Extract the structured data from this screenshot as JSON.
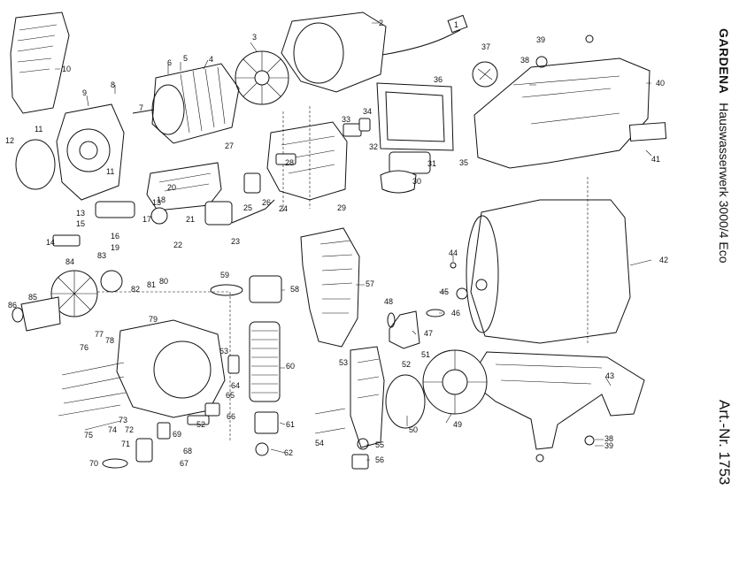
{
  "brand": "GARDENA",
  "model": "Hauswasserwerk 3000/4 Eco",
  "article": "Art.-Nr. 1753",
  "callouts": [
    "1",
    "2",
    "3",
    "4",
    "5",
    "6",
    "7",
    "8",
    "9",
    "10",
    "11",
    "11",
    "12",
    "13",
    "13",
    "14",
    "15",
    "16",
    "17",
    "18",
    "19",
    "20",
    "21",
    "22",
    "23",
    "24",
    "25",
    "26",
    "27",
    "28",
    "29",
    "30",
    "31",
    "32",
    "33",
    "34",
    "35",
    "36",
    "37",
    "38",
    "39",
    "38",
    "39",
    "40",
    "41",
    "42",
    "43",
    "44",
    "45",
    "46",
    "47",
    "48",
    "49",
    "50",
    "51",
    "52",
    "52",
    "53",
    "54",
    "55",
    "56",
    "57",
    "58",
    "59",
    "60",
    "61",
    "62",
    "63",
    "64",
    "65",
    "66",
    "67",
    "68",
    "69",
    "70",
    "71",
    "72",
    "73",
    "74",
    "75",
    "76",
    "77",
    "78",
    "79",
    "80",
    "81",
    "82",
    "83",
    "84",
    "85",
    "86"
  ]
}
